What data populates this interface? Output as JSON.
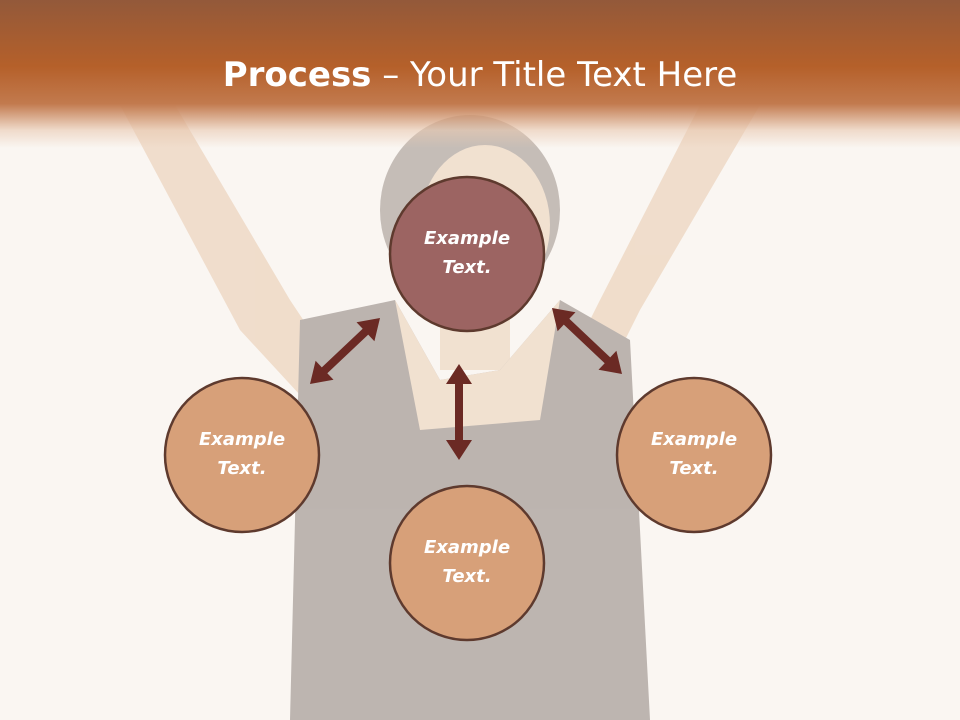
{
  "slide": {
    "title_bold": "Process",
    "title_rest": " – Your Title Text Here"
  },
  "diagram": {
    "nodes": [
      {
        "id": "top",
        "label_line1": "Example",
        "label_line2": "Text.",
        "color": "#9c6462"
      },
      {
        "id": "left",
        "label_line1": "Example",
        "label_line2": "Text.",
        "color": "#d7a079"
      },
      {
        "id": "bottom",
        "label_line1": "Example",
        "label_line2": "Text.",
        "color": "#d7a079"
      },
      {
        "id": "right",
        "label_line1": "Example",
        "label_line2": "Text.",
        "color": "#d7a079"
      }
    ],
    "circle_border_color": "#5e3a2e",
    "arrow_color": "#6b2a24",
    "arrows": [
      {
        "from": "top",
        "to": "left"
      },
      {
        "from": "top",
        "to": "bottom"
      },
      {
        "from": "top",
        "to": "right"
      }
    ]
  }
}
